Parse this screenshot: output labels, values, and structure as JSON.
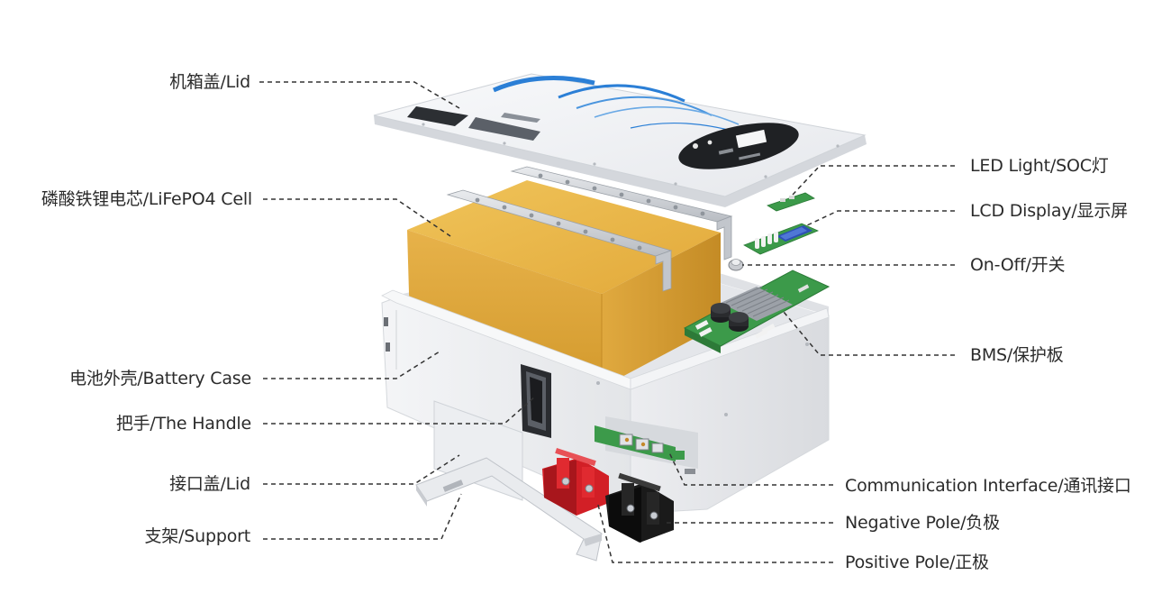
{
  "labels": {
    "lid": "机箱盖/Lid",
    "cell": "磷酸铁锂电芯/LiFePO4 Cell",
    "case": "电池外壳/Battery Case",
    "handle": "把手/The Handle",
    "port_lid": "接口盖/Lid",
    "support": "支架/Support",
    "led": "LED Light/SOC灯",
    "lcd": "LCD Display/显示屏",
    "switch": "On-Off/开关",
    "bms": "BMS/保护板",
    "comm": "Communication Interface/通讯接口",
    "neg": "Negative Pole/负极",
    "pos": "Positive Pole/正极"
  },
  "colors": {
    "label_text": "#2b2b2b",
    "leader_line": "#333333",
    "lid_body": "#f3f4f6",
    "lid_accent": "#2b7fd6",
    "cell_gold": "#e2ae3c",
    "case_body": "#eeeff1",
    "pcb_green": "#3c9a4a",
    "positive_terminal": "#d21f26",
    "negative_terminal": "#1a1a1a"
  }
}
